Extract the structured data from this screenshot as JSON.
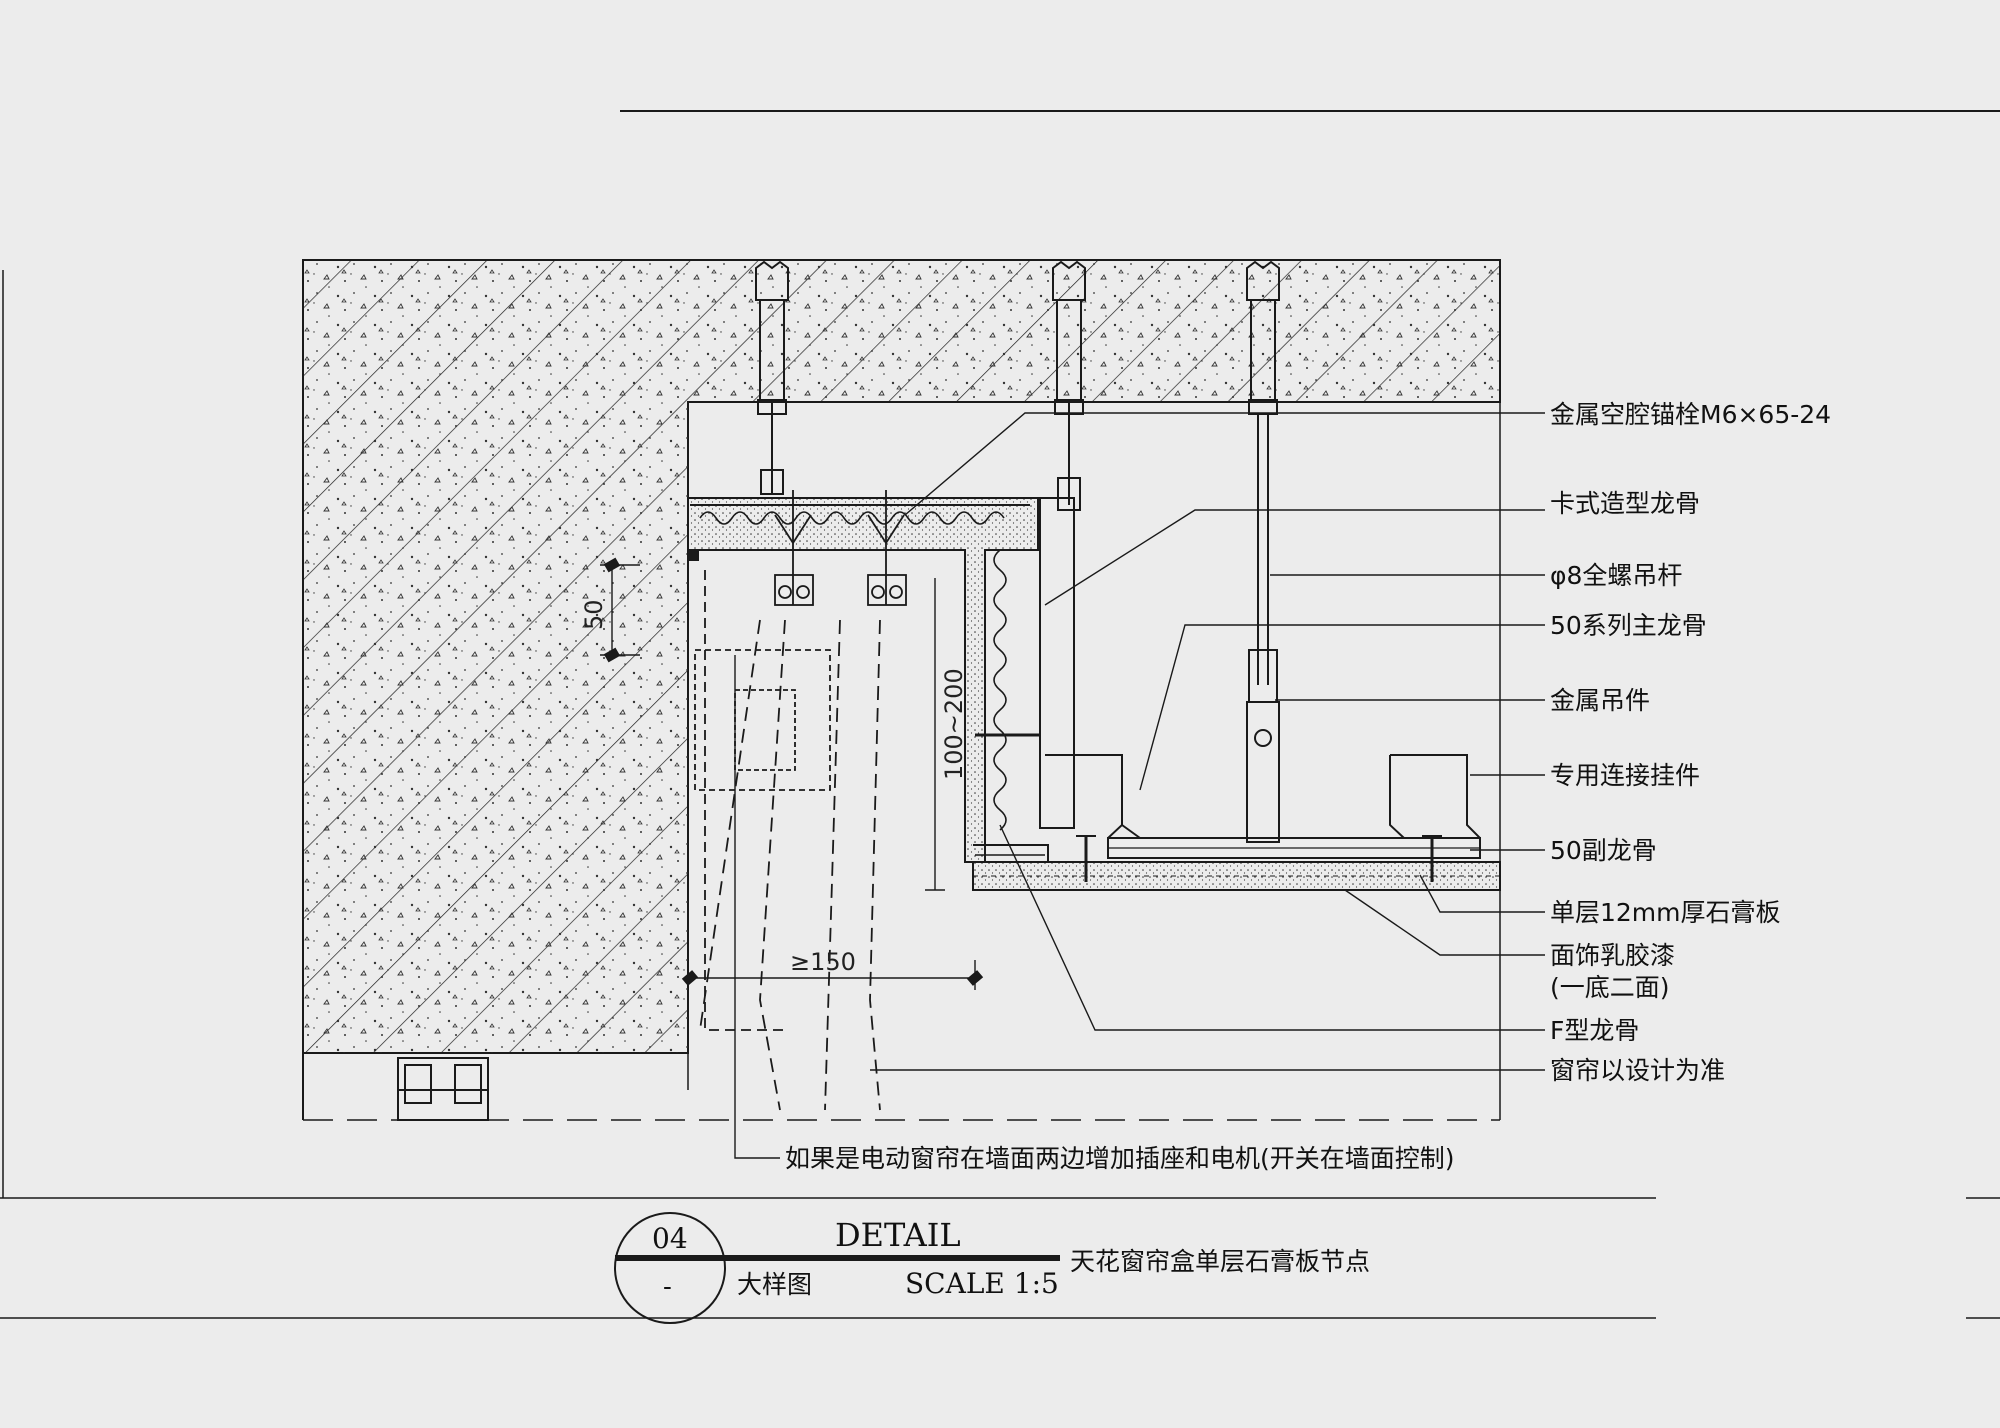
{
  "callouts": [
    {
      "id": "anchor",
      "text": "金属空腔锚栓M6×65-24"
    },
    {
      "id": "clip-keel",
      "text": "卡式造型龙骨"
    },
    {
      "id": "hanger-rod",
      "text": "φ8全螺吊杆"
    },
    {
      "id": "main-keel",
      "text": "50系列主龙骨"
    },
    {
      "id": "metal-hanger",
      "text": "金属吊件"
    },
    {
      "id": "connector",
      "text": "专用连接挂件"
    },
    {
      "id": "sub-keel",
      "text": "50副龙骨"
    },
    {
      "id": "gypsum",
      "text": "单层12mm厚石膏板"
    },
    {
      "id": "paint",
      "text": "面饰乳胶漆"
    },
    {
      "id": "paint-note",
      "text": "(一底二面)"
    },
    {
      "id": "f-keel",
      "text": "F型龙骨"
    },
    {
      "id": "curtain",
      "text": "窗帘以设计为准"
    },
    {
      "id": "electric-note",
      "text": "如果是电动窗帘在墙面两边增加插座和电机(开关在墙面控制)"
    }
  ],
  "dimensions": {
    "d50": "50",
    "d100_200": "100~200",
    "d150": "≥150"
  },
  "title_block": {
    "number": "04",
    "sheet": "-",
    "detail_en": "DETAIL",
    "detail_cn": "大样图",
    "scale": "SCALE 1:5",
    "title": "天花窗帘盒单层石膏板节点"
  },
  "colors": {
    "line": "#1a1a1a",
    "paper": "#ececec"
  }
}
